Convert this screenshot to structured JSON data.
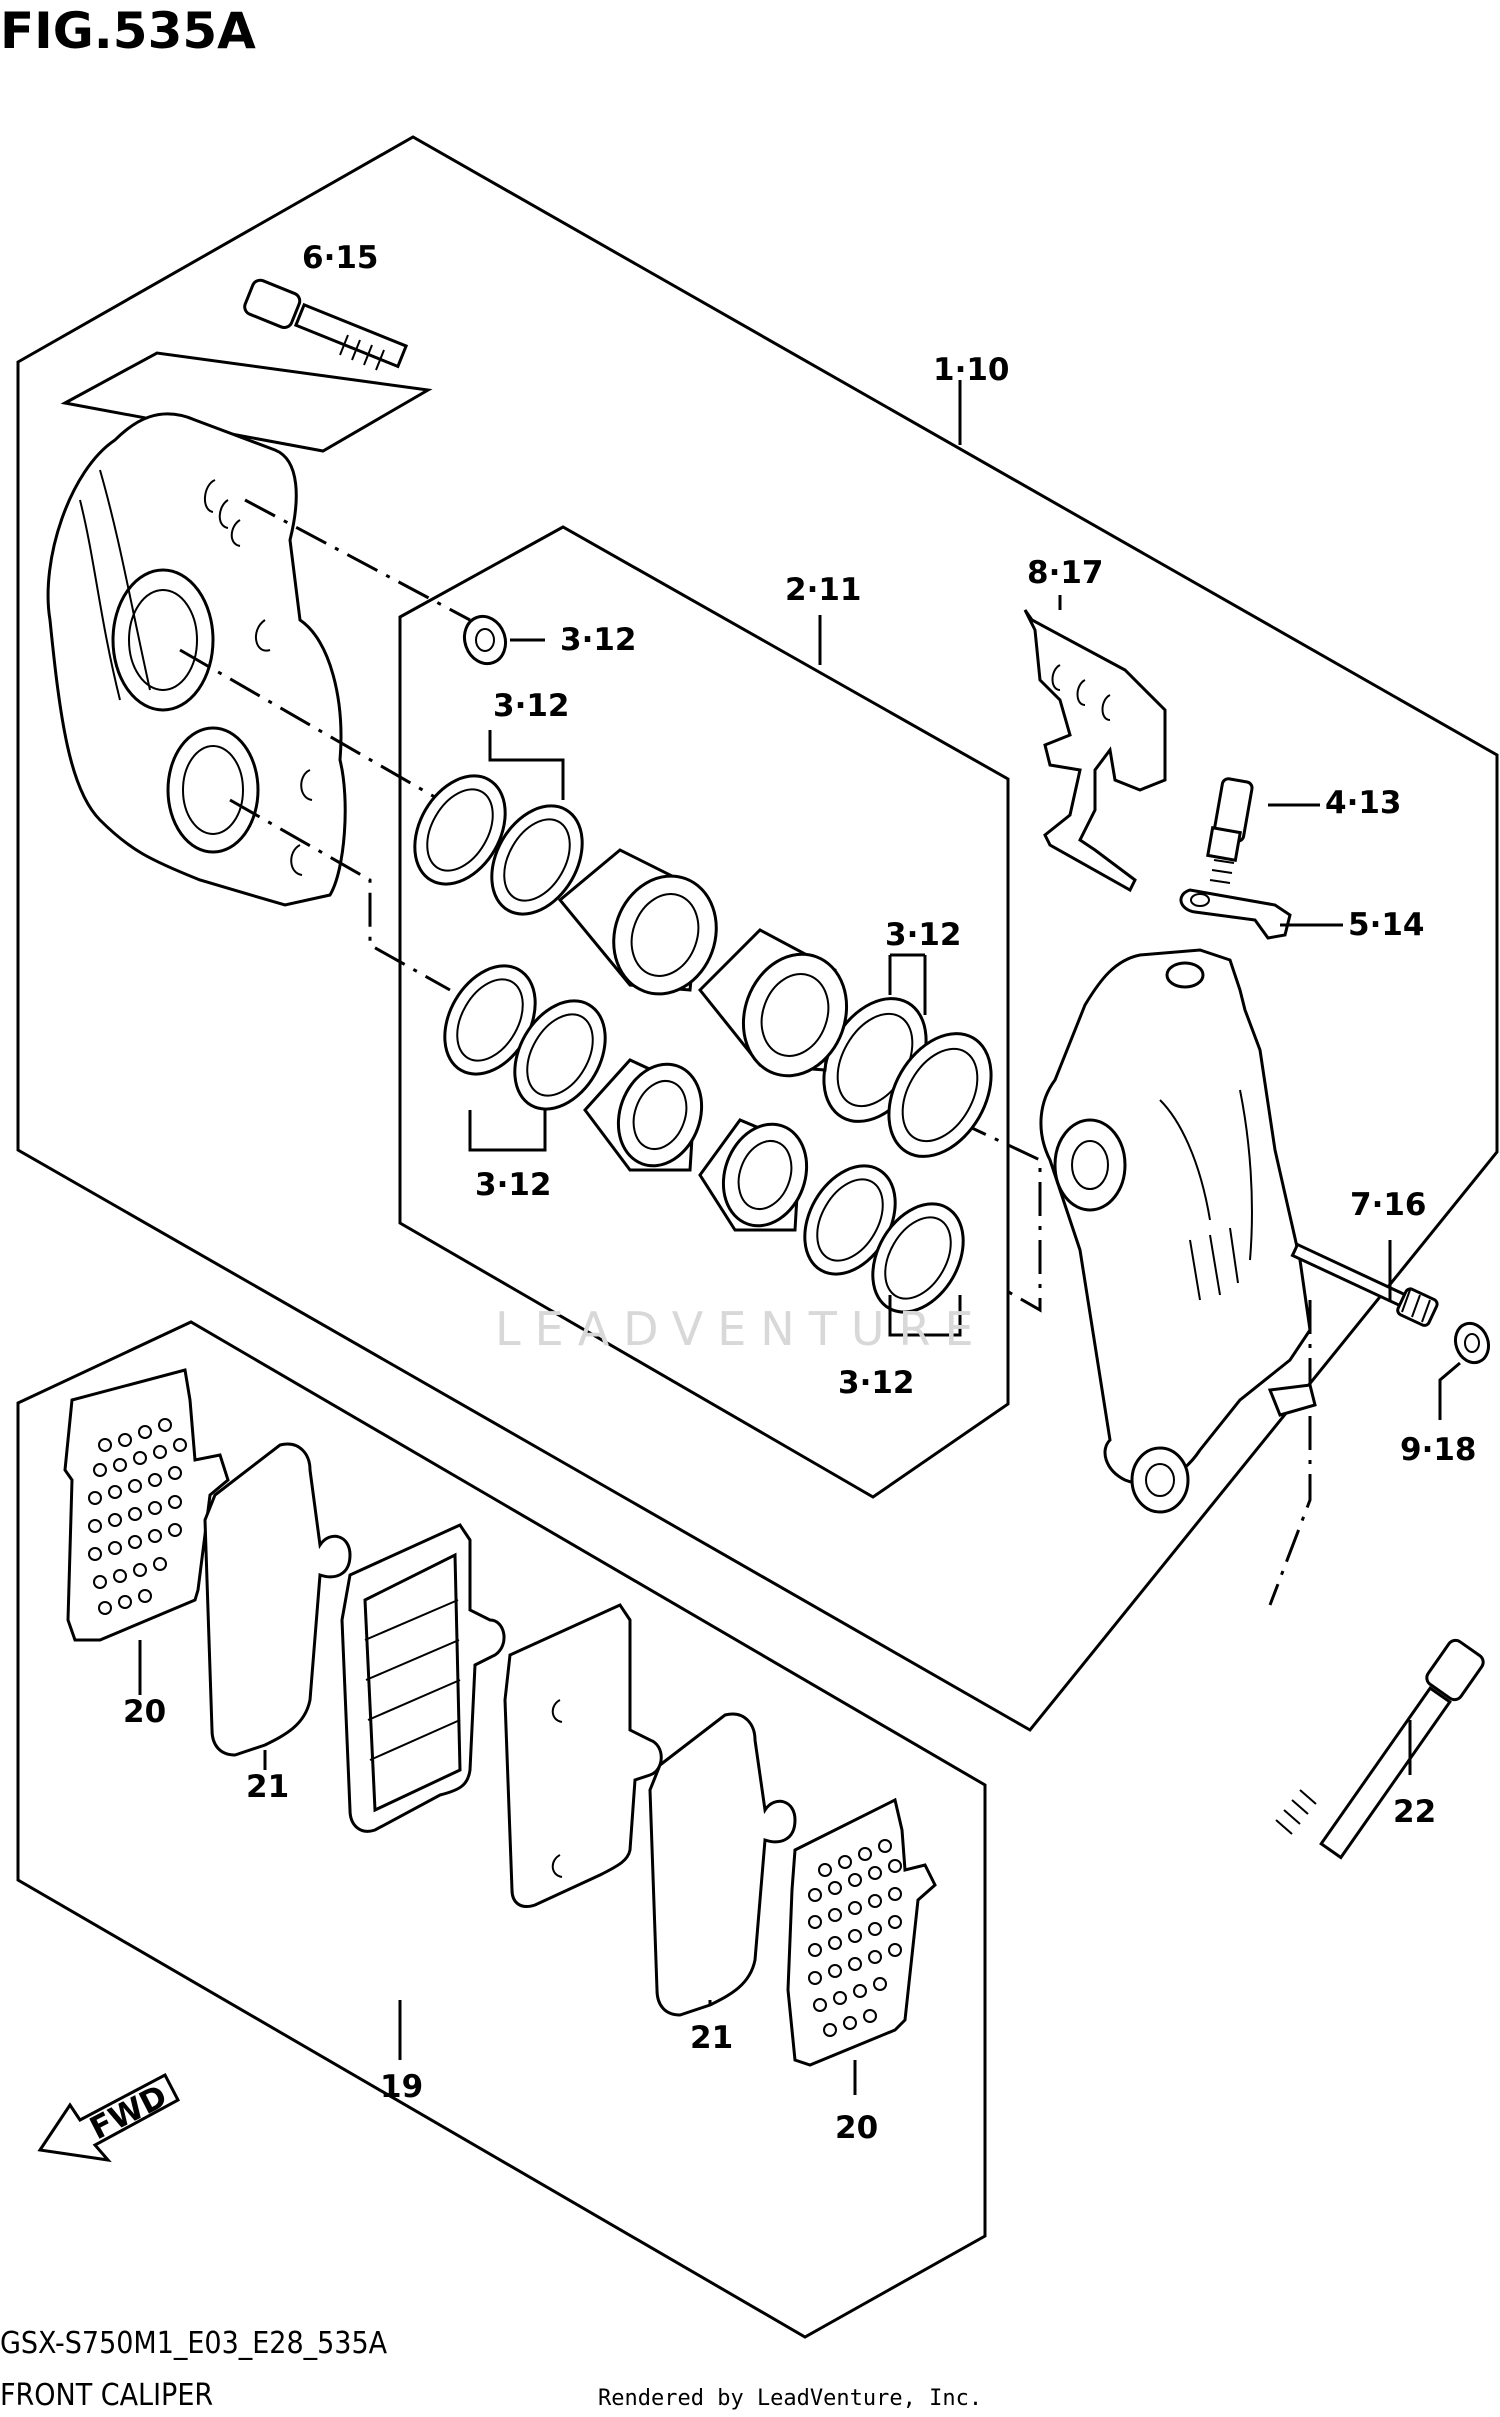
{
  "title": "FIG.535A",
  "model_code": "GSX-S750M1_E03_E28_535A",
  "caption": "FRONT CALIPER",
  "rendered_by": "Rendered by LeadVenture, Inc.",
  "watermark": "LEADVENTURE",
  "fwd_label": "FWD",
  "labels": {
    "l_6_15": "6·15",
    "l_1_10": "1·10",
    "l_2_11": "2·11",
    "l_8_17": "8·17",
    "l_3_12_a": "3·12",
    "l_3_12_b": "3·12",
    "l_3_12_c": "3·12",
    "l_3_12_d": "3·12",
    "l_3_12_e": "3·12",
    "l_4_13": "4·13",
    "l_5_14": "5·14",
    "l_7_16": "7·16",
    "l_9_18": "9·18",
    "l_20_a": "20",
    "l_21_a": "21",
    "l_22": "22",
    "l_21_b": "21",
    "l_19": "19",
    "l_20_b": "20"
  }
}
